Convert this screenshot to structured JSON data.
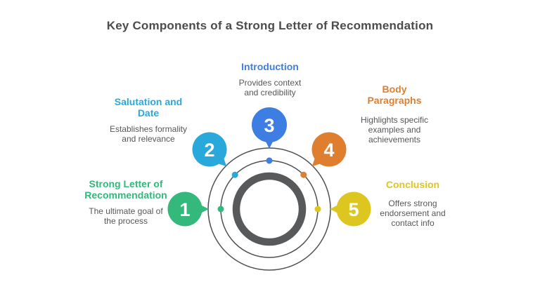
{
  "title": "Key Components of a Strong Letter of Recommendation",
  "items": [
    {
      "number": "1",
      "heading": "Strong Letter of\nRecommendation",
      "description": "The ultimate goal of\nthe process",
      "color": "#34b87b"
    },
    {
      "number": "2",
      "heading": "Salutation and\nDate",
      "description": "Establishes formality\nand relevance",
      "color": "#29a9d9"
    },
    {
      "number": "3",
      "heading": "Introduction",
      "description": "Provides context\nand credibility",
      "color": "#3e7ee2"
    },
    {
      "number": "4",
      "heading": "Body\nParagraphs",
      "description": "Highlights specific\nexamples and\nachievements",
      "color": "#de7e2e"
    },
    {
      "number": "5",
      "heading": "Conclusion",
      "description": "Offers strong\nendorsement and\ncontact info",
      "color": "#dcc61f"
    }
  ],
  "diagram": {
    "line_color": "#4f5052",
    "ring_color": "#58595b"
  }
}
